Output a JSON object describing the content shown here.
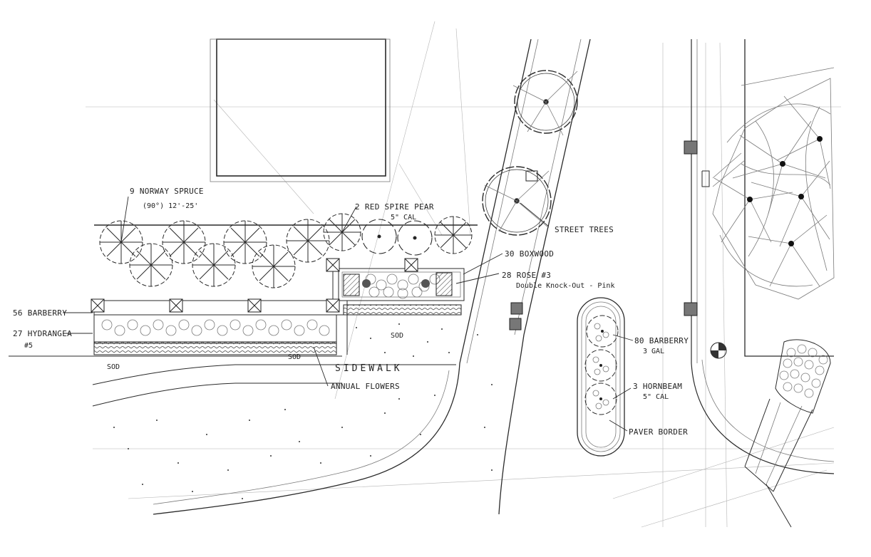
{
  "labels": {
    "norway_spruce": "9 NORWAY SPRUCE",
    "norway_spruce_size": "(90°) 12'-25'",
    "red_spire_pear": "2 RED SPIRE PEAR",
    "red_spire_pear_size": "5\" CAL",
    "street_trees": "STREET TREES",
    "boxwood": "30 BOXWOOD",
    "rose": "28 ROSE #3",
    "rose_variety": "Double Knock-Out - Pink",
    "barberry_left": "56 BARBERRY",
    "hydrangea": "27 HYDRANGEA",
    "hydrangea_size": "#5",
    "sidewalk": "SIDEWALK",
    "annual_flowers": "ANNUAL FLOWERS",
    "sod_1": "SOD",
    "sod_2": "SOD",
    "sod_3": "SOD",
    "barberry_right": "80 BARBERRY",
    "barberry_right_size": "3 GAL",
    "hornbeam": "3 HORNBEAM",
    "hornbeam_size": "5\" CAL",
    "paver_border": "PAVER BORDER"
  }
}
